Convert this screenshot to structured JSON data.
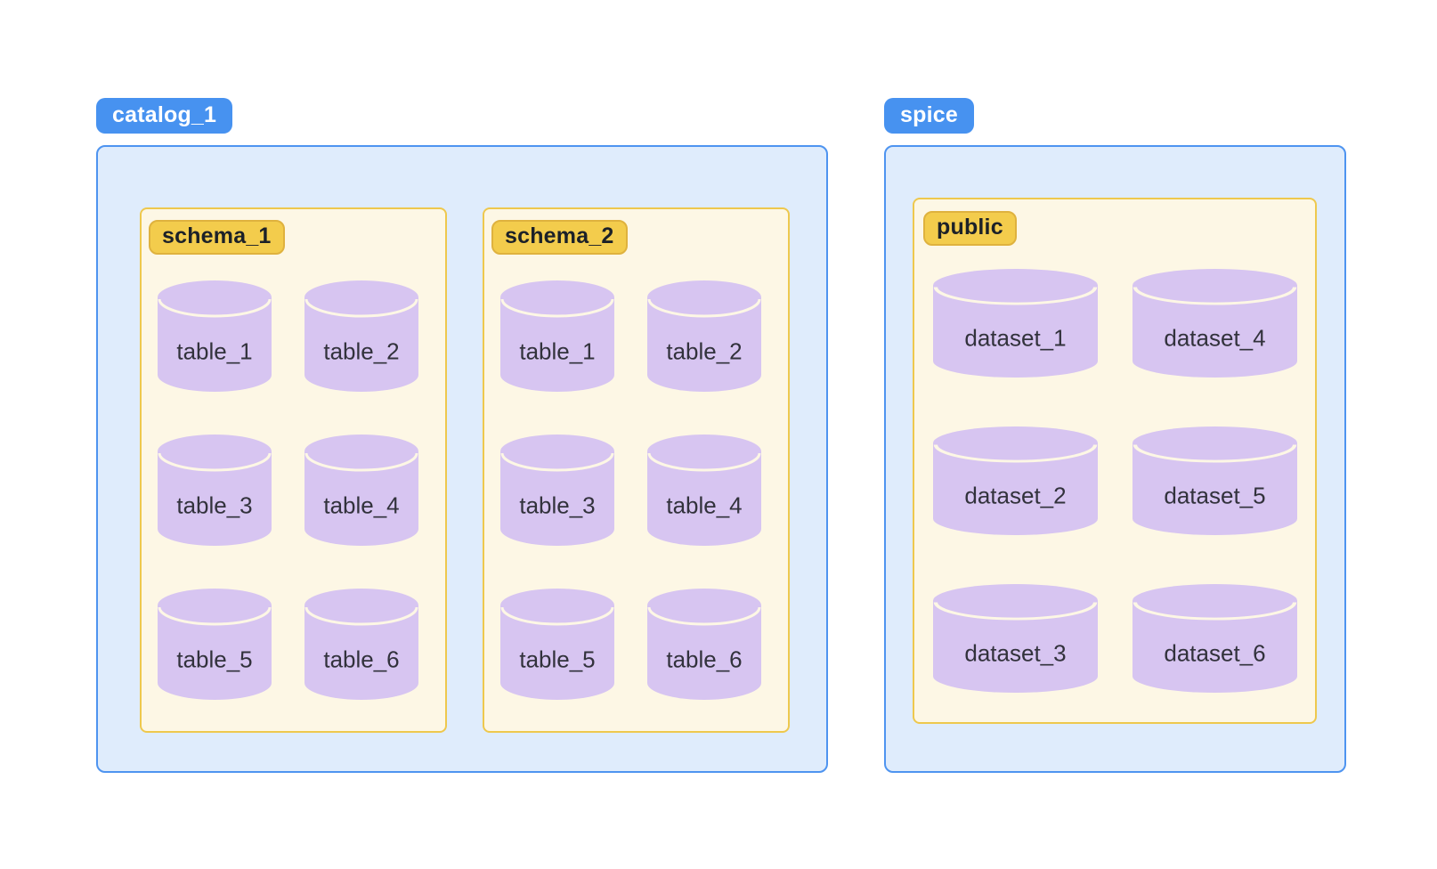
{
  "diagram": {
    "groups": [
      {
        "badge": "catalog_1",
        "boxes": [
          {
            "badge": "schema_1",
            "columns": [
              [
                "table_1",
                "table_3",
                "table_5"
              ],
              [
                "table_2",
                "table_4",
                "table_6"
              ]
            ]
          },
          {
            "badge": "schema_2",
            "columns": [
              [
                "table_1",
                "table_3",
                "table_5"
              ],
              [
                "table_2",
                "table_4",
                "table_6"
              ]
            ]
          }
        ]
      },
      {
        "badge": "spice",
        "boxes": [
          {
            "badge": "public",
            "columns": [
              [
                "dataset_1",
                "dataset_2",
                "dataset_3"
              ],
              [
                "dataset_4",
                "dataset_5",
                "dataset_6"
              ]
            ]
          }
        ]
      }
    ],
    "colors": {
      "background": "#ffffff",
      "group_badge_bg": "#4792f0",
      "group_badge_text": "#ffffff",
      "group_box_bg": "#dfecfc",
      "group_box_border": "#4e94f0",
      "schema_box_bg": "#fdf7e5",
      "schema_box_border": "#eec84d",
      "schema_badge_bg": "#f3cc4c",
      "schema_badge_border": "#dfb23e",
      "schema_badge_text": "#1c2128",
      "cylinder_fill": "#d7c5f1",
      "cylinder_stroke": "#fdf7e5",
      "label_text": "#32323c"
    }
  }
}
